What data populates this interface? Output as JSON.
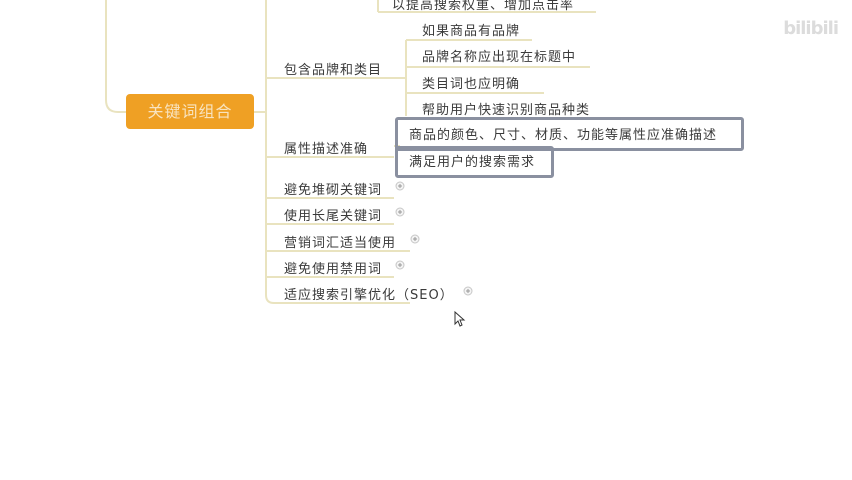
{
  "mindmap": {
    "root_label": "关键词组合",
    "top_partial_label": "以提高搜索权重、增加点击率",
    "branch_brand": {
      "label": "包含品牌和类目",
      "children": [
        "如果商品有品牌",
        "品牌名称应出现在标题中",
        "类目词也应明确",
        "帮助用户快速识别商品种类"
      ]
    },
    "branch_attr": {
      "label": "属性描述准确",
      "children": [
        "商品的颜色、尺寸、材质、功能等属性应准确描述",
        "满足用户的搜索需求"
      ]
    },
    "collapsed_branches": [
      "避免堆砌关键词",
      "使用长尾关键词",
      "营销词汇适当使用",
      "避免使用禁用词",
      "适应搜索引擎优化（SEO）"
    ],
    "expand_icon": "plus-circle-icon",
    "colors": {
      "root_fill": "#efa024",
      "connector": "#e9e3bf",
      "highlight_border": "#8a90a0"
    }
  },
  "watermark": {
    "text": "bilibili"
  }
}
